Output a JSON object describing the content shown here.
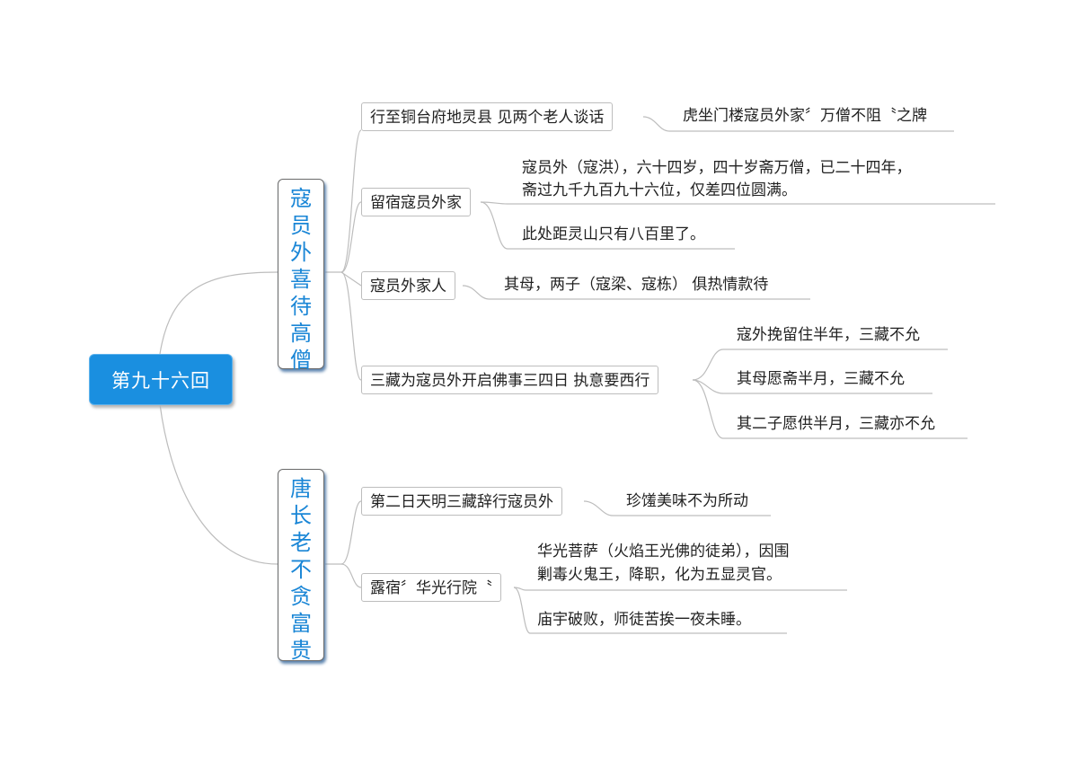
{
  "root": "第九十六回",
  "branch1": {
    "chars": [
      "寇",
      "员",
      "外",
      "喜",
      "待",
      "高",
      "僧"
    ]
  },
  "branch2": {
    "chars": [
      "唐",
      "长",
      "老",
      "不",
      "贪",
      "富",
      "贵"
    ]
  },
  "b1_nodes": [
    "行至铜台府地灵县 见两个老人谈话",
    "留宿寇员外家",
    "寇员外家人",
    "三藏为寇员外开启佛事三四日 执意要西行"
  ],
  "b1_leaves": {
    "n1": "虎坐门楼寇员外家〞万僧不阻〝之牌",
    "n2a_line1": "寇员外（寇洪），六十四岁，四十岁斋万僧，已二十四年，",
    "n2a_line2": "斋过九千九百九十六位，仅差四位圆满。",
    "n2b": "此处距灵山只有八百里了。",
    "n3": "其母，两子（寇梁、寇栋） 俱热情款待",
    "n4a": "寇外挽留住半年，三藏不允",
    "n4b": "其母愿斋半月，三藏不允",
    "n4c": "其二子愿供半月，三藏亦不允"
  },
  "b2_nodes": [
    "第二日天明三藏辞行寇员外",
    "露宿〞华光行院〝"
  ],
  "b2_leaves": {
    "m1": "珍馐美味不为所动",
    "m2a_line1": "华光菩萨（火焰王光佛的徒弟），因围",
    "m2a_line2": "剿毒火鬼王，降职，化为五显灵官。",
    "m2b": "庙宇破败，师徒苦挨一夜未睡。"
  }
}
